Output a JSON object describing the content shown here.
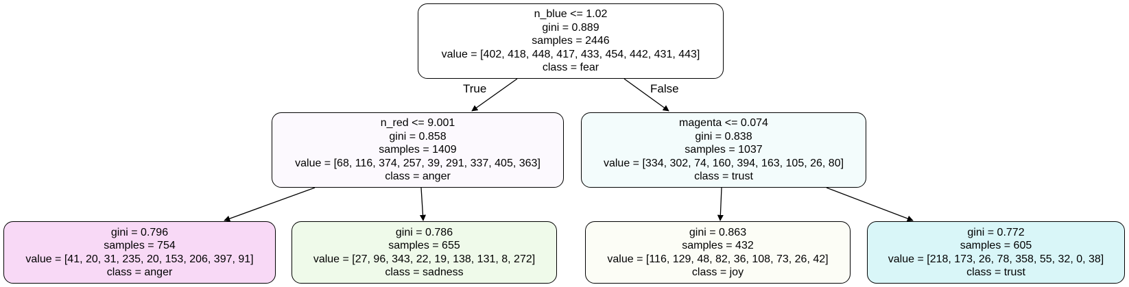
{
  "nodes": {
    "root": {
      "split": "n_blue <= 1.02",
      "gini": "gini = 0.889",
      "samples": "samples = 2446",
      "value": "value = [402, 418, 448, 417, 433, 454, 442, 431, 443]",
      "class": "class = fear",
      "fill": "#ffffff"
    },
    "left": {
      "split": "n_red <= 9.001",
      "gini": "gini = 0.858",
      "samples": "samples = 1409",
      "value": "value = [68, 116, 374, 257, 39, 291, 337, 405, 363]",
      "class": "class = anger",
      "fill": "#fcf9fe"
    },
    "right": {
      "split": "magenta <= 0.074",
      "gini": "gini = 0.838",
      "samples": "samples = 1037",
      "value": "value = [334, 302, 74, 160, 394, 163, 105, 26, 80]",
      "class": "class = trust",
      "fill": "#f3fcfc"
    },
    "leaf_ll": {
      "gini": "gini = 0.796",
      "samples": "samples = 754",
      "value": "value = [41, 20, 31, 235, 20, 153, 206, 397, 91]",
      "class": "class = anger",
      "fill": "#f8d9f6"
    },
    "leaf_lr": {
      "gini": "gini = 0.786",
      "samples": "samples = 655",
      "value": "value = [27, 96, 343, 22, 19, 138, 131, 8, 272]",
      "class": "class = sadness",
      "fill": "#effaea"
    },
    "leaf_rl": {
      "gini": "gini = 0.863",
      "samples": "samples = 432",
      "value": "value = [116, 129, 48, 82, 36, 108, 73, 26, 42]",
      "class": "class = joy",
      "fill": "#fcfdf6"
    },
    "leaf_rr": {
      "gini": "gini = 0.772",
      "samples": "samples = 605",
      "value": "value = [218, 173, 26, 78, 358, 55, 32, 0, 38]",
      "class": "class = trust",
      "fill": "#d9f6f8"
    }
  },
  "edge_labels": {
    "true": "True",
    "false": "False"
  },
  "colors": {
    "stroke": "#000000",
    "background": "#ffffff"
  }
}
